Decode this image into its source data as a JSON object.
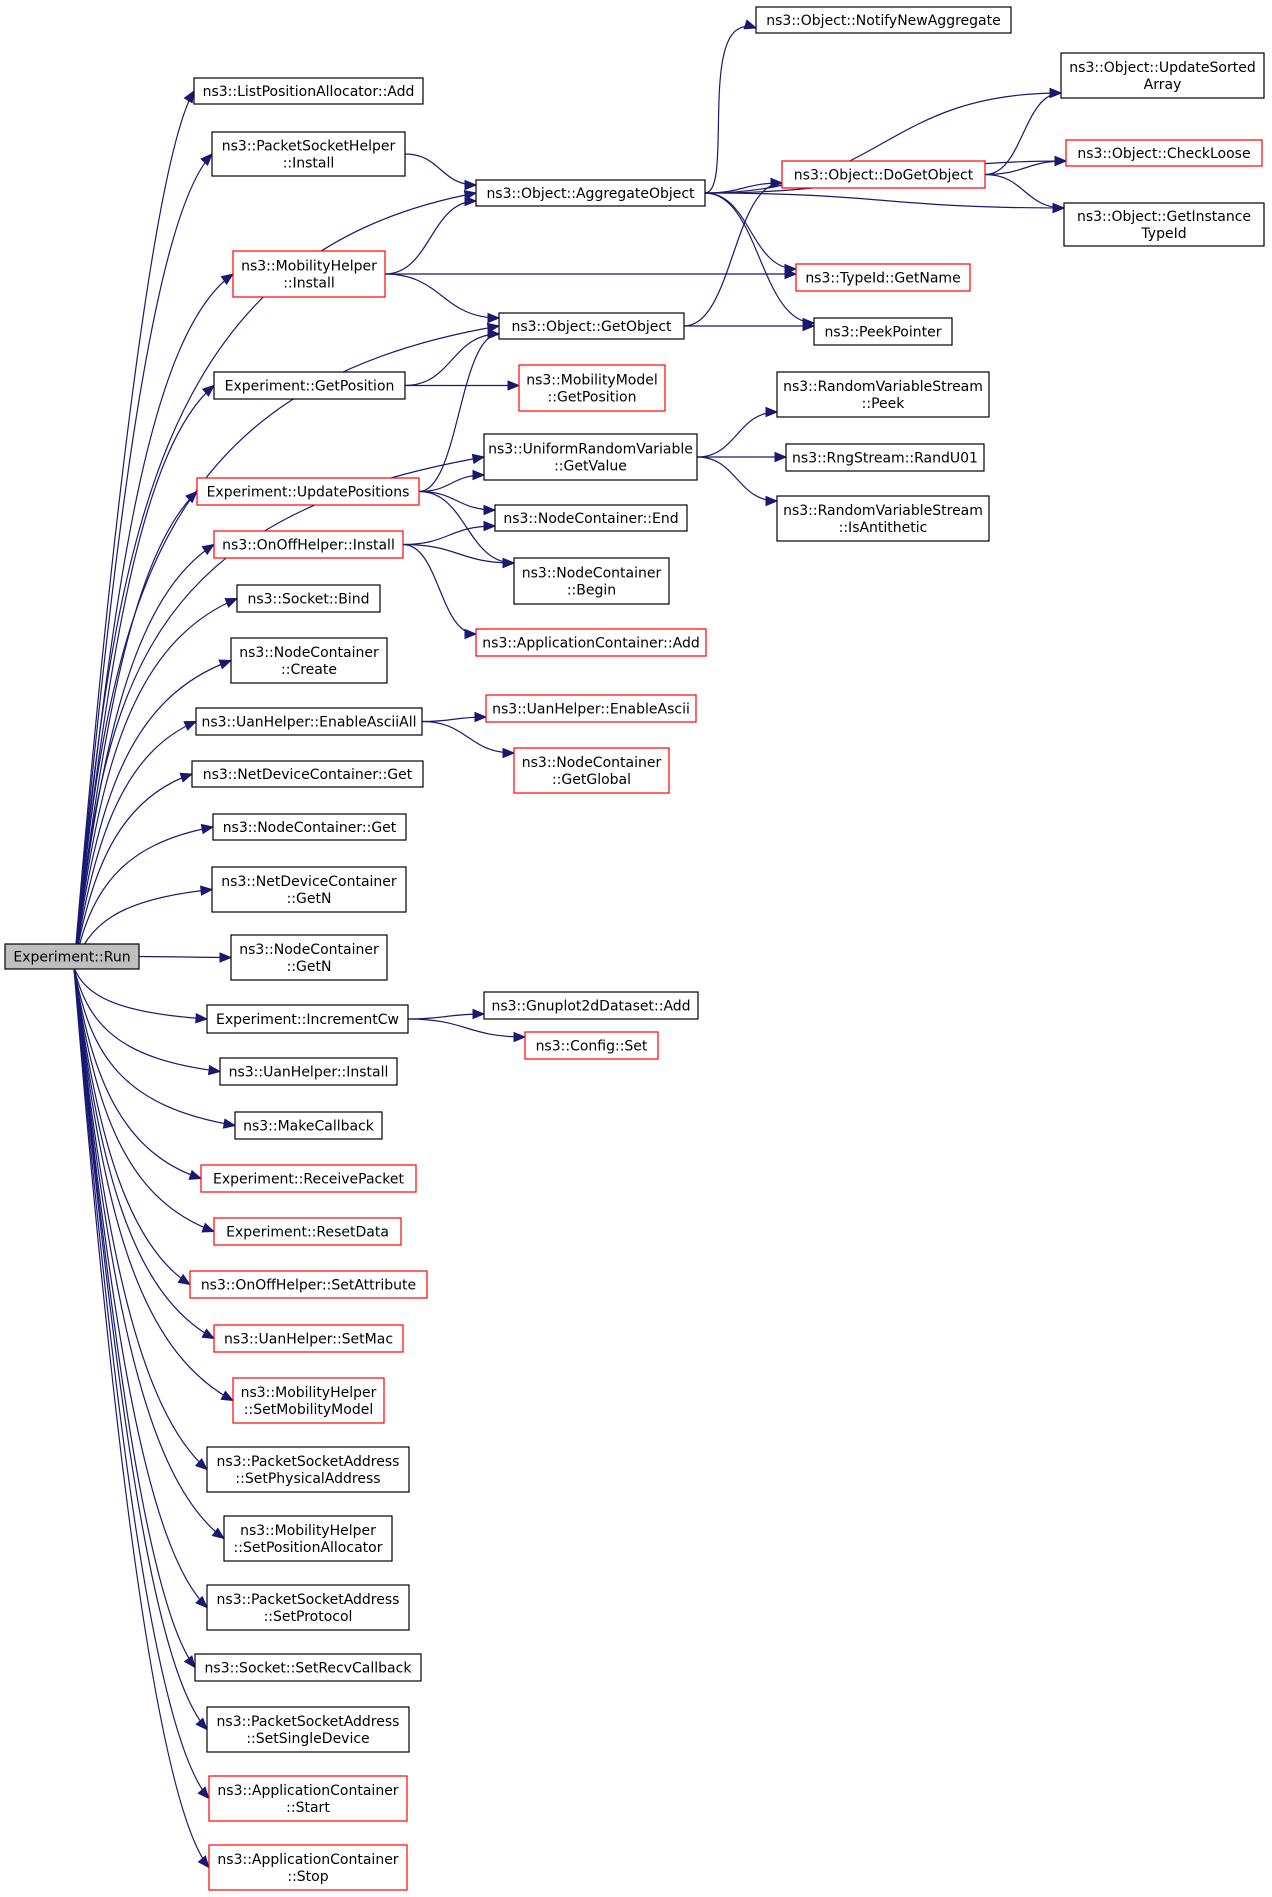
{
  "colors": {
    "edge": "#191970",
    "root_fill": "#bfbfbf",
    "documented_border": "#000000",
    "undocumented_border": "#ff0000",
    "node_fill": "#ffffff"
  },
  "nodes": {
    "run": {
      "lines": [
        "Experiment::Run"
      ],
      "style": "root"
    },
    "lpa_add": {
      "lines": [
        "ns3::ListPositionAllocator::Add"
      ],
      "style": "doc"
    },
    "psh_install": {
      "lines": [
        "ns3::PacketSocketHelper",
        "::Install"
      ],
      "style": "doc"
    },
    "aggregate": {
      "lines": [
        "ns3::Object::AggregateObject"
      ],
      "style": "doc"
    },
    "notify_new": {
      "lines": [
        "ns3::Object::NotifyNewAggregate"
      ],
      "style": "doc"
    },
    "update_sorted": {
      "lines": [
        "ns3::Object::UpdateSorted",
        "Array"
      ],
      "style": "doc"
    },
    "check_loose": {
      "lines": [
        "ns3::Object::CheckLoose"
      ],
      "style": "undoc"
    },
    "do_get_object": {
      "lines": [
        "ns3::Object::DoGetObject"
      ],
      "style": "undoc"
    },
    "get_instance_typeid": {
      "lines": [
        "ns3::Object::GetInstance",
        "TypeId"
      ],
      "style": "doc"
    },
    "mh_install": {
      "lines": [
        "ns3::MobilityHelper",
        "::Install"
      ],
      "style": "undoc"
    },
    "typeid_getname": {
      "lines": [
        "ns3::TypeId::GetName"
      ],
      "style": "undoc"
    },
    "get_object": {
      "lines": [
        "ns3::Object::GetObject"
      ],
      "style": "doc"
    },
    "peek_pointer": {
      "lines": [
        "ns3::PeekPointer"
      ],
      "style": "doc"
    },
    "exp_getposition": {
      "lines": [
        "Experiment::GetPosition"
      ],
      "style": "doc"
    },
    "mm_getposition": {
      "lines": [
        "ns3::MobilityModel",
        "::GetPosition"
      ],
      "style": "undoc"
    },
    "rvs_peek": {
      "lines": [
        "ns3::RandomVariableStream",
        "::Peek"
      ],
      "style": "doc"
    },
    "urv_getvalue": {
      "lines": [
        "ns3::UniformRandomVariable",
        "::GetValue"
      ],
      "style": "doc"
    },
    "rng_randu01": {
      "lines": [
        "ns3::RngStream::RandU01"
      ],
      "style": "doc"
    },
    "exp_updatepositions": {
      "lines": [
        "Experiment::UpdatePositions"
      ],
      "style": "undoc"
    },
    "rvs_isantithetic": {
      "lines": [
        "ns3::RandomVariableStream",
        "::IsAntithetic"
      ],
      "style": "doc"
    },
    "nc_end": {
      "lines": [
        "ns3::NodeContainer::End"
      ],
      "style": "doc"
    },
    "ooh_install": {
      "lines": [
        "ns3::OnOffHelper::Install"
      ],
      "style": "undoc"
    },
    "nc_begin": {
      "lines": [
        "ns3::NodeContainer",
        "::Begin"
      ],
      "style": "doc"
    },
    "socket_bind": {
      "lines": [
        "ns3::Socket::Bind"
      ],
      "style": "doc"
    },
    "ac_add": {
      "lines": [
        "ns3::ApplicationContainer::Add"
      ],
      "style": "undoc"
    },
    "nc_create": {
      "lines": [
        "ns3::NodeContainer",
        "::Create"
      ],
      "style": "doc"
    },
    "uan_enableasciiall": {
      "lines": [
        "ns3::UanHelper::EnableAsciiAll"
      ],
      "style": "doc"
    },
    "uan_enableascii": {
      "lines": [
        "ns3::UanHelper::EnableAscii"
      ],
      "style": "undoc"
    },
    "ndc_get": {
      "lines": [
        "ns3::NetDeviceContainer::Get"
      ],
      "style": "doc"
    },
    "nc_getglobal": {
      "lines": [
        "ns3::NodeContainer",
        "::GetGlobal"
      ],
      "style": "undoc"
    },
    "nc_get": {
      "lines": [
        "ns3::NodeContainer::Get"
      ],
      "style": "doc"
    },
    "ndc_getn": {
      "lines": [
        "ns3::NetDeviceContainer",
        "::GetN"
      ],
      "style": "doc"
    },
    "nc_getn": {
      "lines": [
        "ns3::NodeContainer",
        "::GetN"
      ],
      "style": "doc"
    },
    "exp_incrementcw": {
      "lines": [
        "Experiment::IncrementCw"
      ],
      "style": "doc"
    },
    "gnuplot_add": {
      "lines": [
        "ns3::Gnuplot2dDataset::Add"
      ],
      "style": "doc"
    },
    "config_set": {
      "lines": [
        "ns3::Config::Set"
      ],
      "style": "undoc"
    },
    "uan_install": {
      "lines": [
        "ns3::UanHelper::Install"
      ],
      "style": "doc"
    },
    "make_callback": {
      "lines": [
        "ns3::MakeCallback"
      ],
      "style": "doc"
    },
    "exp_receivepacket": {
      "lines": [
        "Experiment::ReceivePacket"
      ],
      "style": "undoc"
    },
    "exp_resetdata": {
      "lines": [
        "Experiment::ResetData"
      ],
      "style": "undoc"
    },
    "ooh_setattribute": {
      "lines": [
        "ns3::OnOffHelper::SetAttribute"
      ],
      "style": "undoc"
    },
    "uan_setmac": {
      "lines": [
        "ns3::UanHelper::SetMac"
      ],
      "style": "undoc"
    },
    "mh_setmobilitymodel": {
      "lines": [
        "ns3::MobilityHelper",
        "::SetMobilityModel"
      ],
      "style": "undoc"
    },
    "psa_setphysicaladdress": {
      "lines": [
        "ns3::PacketSocketAddress",
        "::SetPhysicalAddress"
      ],
      "style": "doc"
    },
    "mh_setpositionallocator": {
      "lines": [
        "ns3::MobilityHelper",
        "::SetPositionAllocator"
      ],
      "style": "doc"
    },
    "psa_setprotocol": {
      "lines": [
        "ns3::PacketSocketAddress",
        "::SetProtocol"
      ],
      "style": "doc"
    },
    "socket_setrecvcallback": {
      "lines": [
        "ns3::Socket::SetRecvCallback"
      ],
      "style": "doc"
    },
    "psa_setsingledevice": {
      "lines": [
        "ns3::PacketSocketAddress",
        "::SetSingleDevice"
      ],
      "style": "doc"
    },
    "ac_start": {
      "lines": [
        "ns3::ApplicationContainer",
        "::Start"
      ],
      "style": "undoc"
    },
    "ac_stop": {
      "lines": [
        "ns3::ApplicationContainer",
        "::Stop"
      ],
      "style": "undoc"
    }
  },
  "edges": [
    [
      "run",
      "lpa_add"
    ],
    [
      "run",
      "psh_install"
    ],
    [
      "run",
      "aggregate"
    ],
    [
      "run",
      "mh_install"
    ],
    [
      "run",
      "get_object"
    ],
    [
      "run",
      "exp_getposition"
    ],
    [
      "run",
      "urv_getvalue"
    ],
    [
      "run",
      "exp_updatepositions"
    ],
    [
      "run",
      "ooh_install"
    ],
    [
      "run",
      "socket_bind"
    ],
    [
      "run",
      "nc_create"
    ],
    [
      "run",
      "uan_enableasciiall"
    ],
    [
      "run",
      "ndc_get"
    ],
    [
      "run",
      "nc_get"
    ],
    [
      "run",
      "ndc_getn"
    ],
    [
      "run",
      "nc_getn"
    ],
    [
      "run",
      "exp_incrementcw"
    ],
    [
      "run",
      "uan_install"
    ],
    [
      "run",
      "make_callback"
    ],
    [
      "run",
      "exp_receivepacket"
    ],
    [
      "run",
      "exp_resetdata"
    ],
    [
      "run",
      "ooh_setattribute"
    ],
    [
      "run",
      "uan_setmac"
    ],
    [
      "run",
      "mh_setmobilitymodel"
    ],
    [
      "run",
      "psa_setphysicaladdress"
    ],
    [
      "run",
      "mh_setpositionallocator"
    ],
    [
      "run",
      "psa_setprotocol"
    ],
    [
      "run",
      "socket_setrecvcallback"
    ],
    [
      "run",
      "psa_setsingledevice"
    ],
    [
      "run",
      "ac_start"
    ],
    [
      "run",
      "ac_stop"
    ],
    [
      "psh_install",
      "aggregate"
    ],
    [
      "aggregate",
      "notify_new"
    ],
    [
      "aggregate",
      "update_sorted"
    ],
    [
      "aggregate",
      "check_loose"
    ],
    [
      "aggregate",
      "do_get_object"
    ],
    [
      "aggregate",
      "get_instance_typeid"
    ],
    [
      "aggregate",
      "typeid_getname"
    ],
    [
      "aggregate",
      "peek_pointer"
    ],
    [
      "do_get_object",
      "update_sorted"
    ],
    [
      "do_get_object",
      "check_loose"
    ],
    [
      "do_get_object",
      "get_instance_typeid"
    ],
    [
      "mh_install",
      "aggregate"
    ],
    [
      "mh_install",
      "typeid_getname"
    ],
    [
      "mh_install",
      "get_object"
    ],
    [
      "get_object",
      "do_get_object"
    ],
    [
      "get_object",
      "peek_pointer"
    ],
    [
      "exp_getposition",
      "get_object"
    ],
    [
      "exp_getposition",
      "mm_getposition"
    ],
    [
      "urv_getvalue",
      "rvs_peek"
    ],
    [
      "urv_getvalue",
      "rng_randu01"
    ],
    [
      "urv_getvalue",
      "rvs_isantithetic"
    ],
    [
      "exp_updatepositions",
      "get_object"
    ],
    [
      "exp_updatepositions",
      "urv_getvalue"
    ],
    [
      "exp_updatepositions",
      "nc_end"
    ],
    [
      "exp_updatepositions",
      "nc_begin"
    ],
    [
      "ooh_install",
      "nc_end"
    ],
    [
      "ooh_install",
      "nc_begin"
    ],
    [
      "ooh_install",
      "ac_add"
    ],
    [
      "uan_enableasciiall",
      "uan_enableascii"
    ],
    [
      "uan_enableasciiall",
      "nc_getglobal"
    ],
    [
      "exp_incrementcw",
      "gnuplot_add"
    ],
    [
      "exp_incrementcw",
      "config_set"
    ]
  ]
}
